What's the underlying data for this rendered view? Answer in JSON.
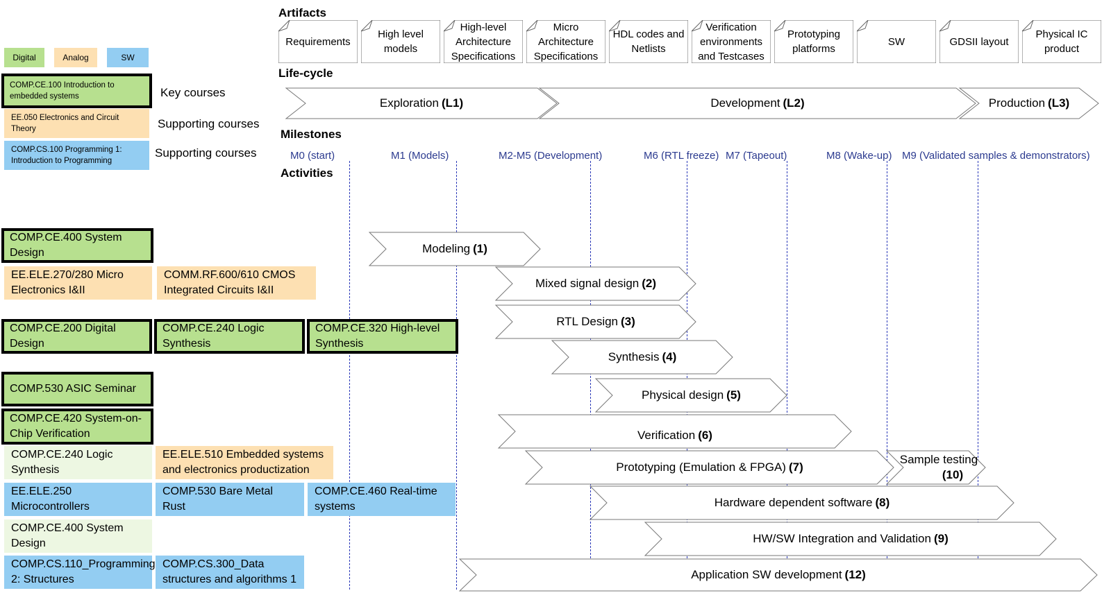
{
  "sections": {
    "artifacts": "Artifacts",
    "lifecycle": "Life-cycle",
    "milestones": "Milestones",
    "activities": "Activities"
  },
  "legend": {
    "digital": "Digital",
    "analog": "Analog",
    "sw": "SW"
  },
  "course_legend": {
    "key": {
      "code": "COMP.CE.100 Introduction to embedded systems",
      "caption": "Key courses"
    },
    "support1": {
      "code": "EE.050 Electronics and Circuit Theory",
      "caption": "Supporting courses"
    },
    "support2": {
      "code": "COMP.CS.100 Programming 1: Introduction to Programming",
      "caption": "Supporting courses"
    }
  },
  "artifacts": [
    "Requirements",
    "High level models",
    "High-level Architecture Specifications",
    "Micro Architecture Specifications",
    "HDL codes and Netlists",
    "Verification environments and Testcases",
    "Prototyping platforms",
    "SW",
    "GDSII layout",
    "Physical IC product"
  ],
  "lifecycle": [
    {
      "name": "Exploration",
      "code": "(L1)"
    },
    {
      "name": "Development",
      "code": "(L2)"
    },
    {
      "name": "Production",
      "code": "(L3)"
    }
  ],
  "milestones": [
    "M0 (start)",
    "M1 (Models)",
    "M2-M5 (Development)",
    "M6 (RTL freeze)",
    "M7 (Tapeout)",
    "M8 (Wake-up)",
    "M9 (Validated samples & demonstrators)"
  ],
  "activities": [
    {
      "name": "Modeling",
      "num": "(1)"
    },
    {
      "name": "Mixed signal design",
      "num": "(2)"
    },
    {
      "name": "RTL Design",
      "num": "(3)"
    },
    {
      "name": "Synthesis",
      "num": "(4)"
    },
    {
      "name": "Physical design",
      "num": "(5)"
    },
    {
      "name": "Verification",
      "num": "(6)"
    },
    {
      "name": "Prototyping (Emulation & FPGA)",
      "num": "(7)"
    },
    {
      "name": "Sample testing",
      "num": "(10)"
    },
    {
      "name": "Hardware dependent software",
      "num": "(8)"
    },
    {
      "name": "HW/SW Integration and Validation",
      "num": "(9)"
    },
    {
      "name": "Application SW development",
      "num": "(12)"
    }
  ],
  "courses": {
    "c1": "COMP.CE.400 System Design",
    "c2": "EE.ELE.270/280 Micro Electronics I&II",
    "c3": "COMM.RF.600/610 CMOS Integrated Circuits I&II",
    "c4": "COMP.CE.200 Digital Design",
    "c5": "COMP.CE.240 Logic Synthesis",
    "c6": "COMP.CE.320 High-level Synthesis",
    "c7": "COMP.530 ASIC Seminar",
    "c8": "COMP.CE.420 System-on-Chip Verification",
    "c9": "COMP.CE.240 Logic Synthesis",
    "c10": "EE.ELE.510 Embedded systems and electronics productization",
    "c11": "EE.ELE.250 Microcontrollers",
    "c12": "COMP.530 Bare Metal Rust",
    "c13": "COMP.CE.460 Real-time systems",
    "c14": "COMP.CE.400 System Design",
    "c15": "COMP.CS.110_Programming 2: Structures",
    "c16": "COMP.CS.300_Data structures and algorithms 1"
  },
  "colors": {
    "digital": "#b7e08f",
    "digital_light": "#edf7e2",
    "analog": "#fde0b2",
    "sw": "#93cdf2",
    "milestone_line": "#2a38b8",
    "milestone_text": "#2b3a8f"
  }
}
